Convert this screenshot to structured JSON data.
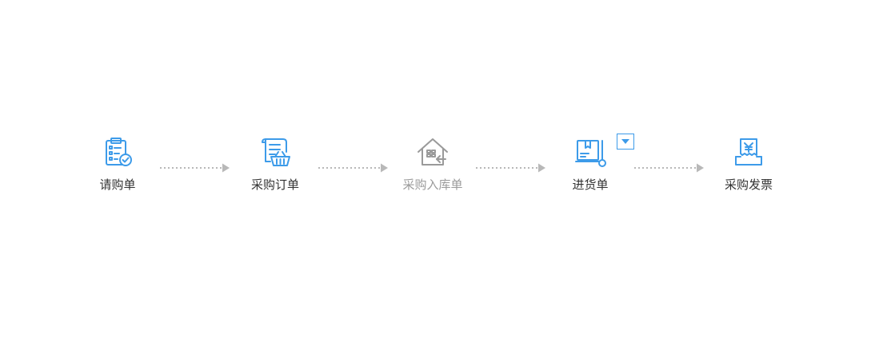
{
  "flow": {
    "steps": [
      {
        "label": "请购单",
        "icon": "clipboard-check-icon",
        "state": "active"
      },
      {
        "label": "采购订单",
        "icon": "document-basket-icon",
        "state": "active"
      },
      {
        "label": "采购入库单",
        "icon": "warehouse-in-icon",
        "state": "disabled"
      },
      {
        "label": "进货单",
        "icon": "hand-truck-box-icon",
        "state": "active",
        "has_dropdown": true
      },
      {
        "label": "采购发票",
        "icon": "invoice-receipt-icon",
        "state": "active"
      }
    ]
  },
  "colors": {
    "accent": "#3d9be9",
    "disabled": "#9a9a9a",
    "connector": "#b8b8b8",
    "label": "#333333"
  }
}
